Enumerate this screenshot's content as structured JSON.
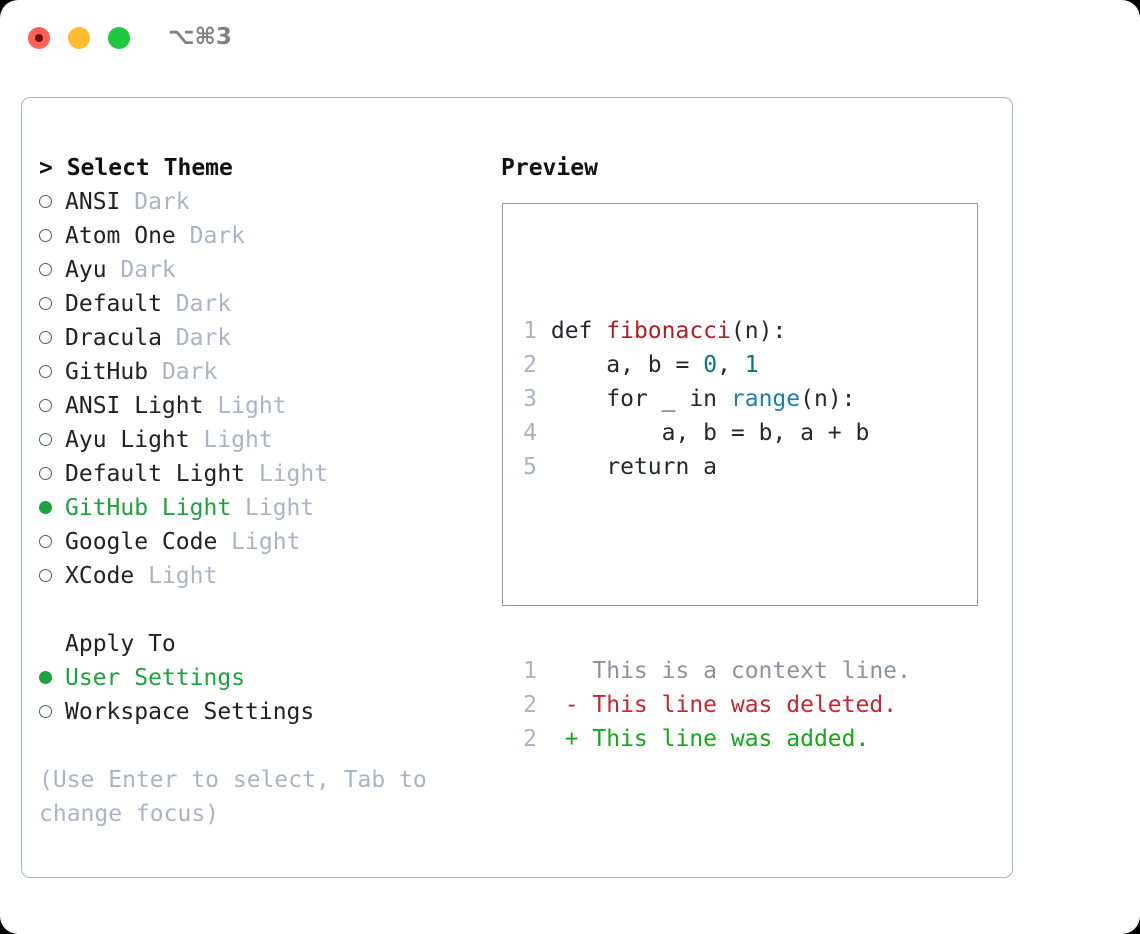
{
  "window": {
    "shortcut": "⌥⌘3",
    "traffic_lights": [
      {
        "name": "close",
        "color": "#ff6058"
      },
      {
        "name": "minimize",
        "color": "#ffbd2e"
      },
      {
        "name": "maximize",
        "color": "#1fc83c"
      }
    ]
  },
  "colors": {
    "selected_green": "#1da33e",
    "muted": "#aab4c2",
    "panel_border": "#aab4c2",
    "preview_border": "#8c99ab",
    "diff_add": "#13a818",
    "diff_del": "#cb2431",
    "syntax_func": "#b31d28",
    "syntax_num": "#0b7285",
    "syntax_builtin": "#1b7fa8"
  },
  "theme_list": {
    "title": "> Select Theme",
    "items": [
      {
        "marker": "hollow",
        "name": "ANSI",
        "tag": "Dark",
        "selected": false
      },
      {
        "marker": "hollow",
        "name": "Atom One",
        "tag": "Dark",
        "selected": false
      },
      {
        "marker": "hollow",
        "name": "Ayu",
        "tag": "Dark",
        "selected": false
      },
      {
        "marker": "hollow",
        "name": "Default",
        "tag": "Dark",
        "selected": false
      },
      {
        "marker": "hollow",
        "name": "Dracula",
        "tag": "Dark",
        "selected": false
      },
      {
        "marker": "hollow",
        "name": "GitHub",
        "tag": "Dark",
        "selected": false
      },
      {
        "marker": "hollow",
        "name": "ANSI Light",
        "tag": "Light",
        "selected": false
      },
      {
        "marker": "hollow",
        "name": "Ayu Light",
        "tag": "Light",
        "selected": false
      },
      {
        "marker": "hollow",
        "name": "Default Light",
        "tag": "Light",
        "selected": false
      },
      {
        "marker": "filled",
        "name": "GitHub Light",
        "tag": "Light",
        "selected": true
      },
      {
        "marker": "hollow",
        "name": "Google Code",
        "tag": "Light",
        "selected": false
      },
      {
        "marker": "hollow",
        "name": "XCode",
        "tag": "Light",
        "selected": false
      }
    ]
  },
  "apply_to": {
    "title": "Apply To",
    "items": [
      {
        "marker": "filled",
        "name": "User Settings",
        "tag": "",
        "selected": true
      },
      {
        "marker": "hollow",
        "name": "Workspace Settings",
        "tag": "",
        "selected": false
      }
    ]
  },
  "hint": "(Use Enter to select, Tab to change focus)",
  "preview": {
    "title": "Preview",
    "code_lines": [
      {
        "no": "1",
        "tokens": [
          {
            "t": "def ",
            "c": "plain"
          },
          {
            "t": "fibonacci",
            "c": "func"
          },
          {
            "t": "(n):",
            "c": "plain"
          }
        ]
      },
      {
        "no": "2",
        "tokens": [
          {
            "t": "    a, b = ",
            "c": "plain"
          },
          {
            "t": "0",
            "c": "num"
          },
          {
            "t": ", ",
            "c": "plain"
          },
          {
            "t": "1",
            "c": "num"
          }
        ]
      },
      {
        "no": "3",
        "tokens": [
          {
            "t": "    for _ in ",
            "c": "plain"
          },
          {
            "t": "range",
            "c": "builtin"
          },
          {
            "t": "(n):",
            "c": "plain"
          }
        ]
      },
      {
        "no": "4",
        "tokens": [
          {
            "t": "        a, b = b, a + b",
            "c": "plain"
          }
        ]
      },
      {
        "no": "5",
        "tokens": [
          {
            "t": "    return a",
            "c": "plain"
          }
        ]
      }
    ],
    "diff_lines": [
      {
        "no": "1",
        "sign": " ",
        "text": "This is a context line.",
        "kind": "context"
      },
      {
        "no": "2",
        "sign": "-",
        "text": "This line was deleted.",
        "kind": "del"
      },
      {
        "no": "2",
        "sign": "+",
        "text": "This line was added.",
        "kind": "add"
      }
    ]
  }
}
